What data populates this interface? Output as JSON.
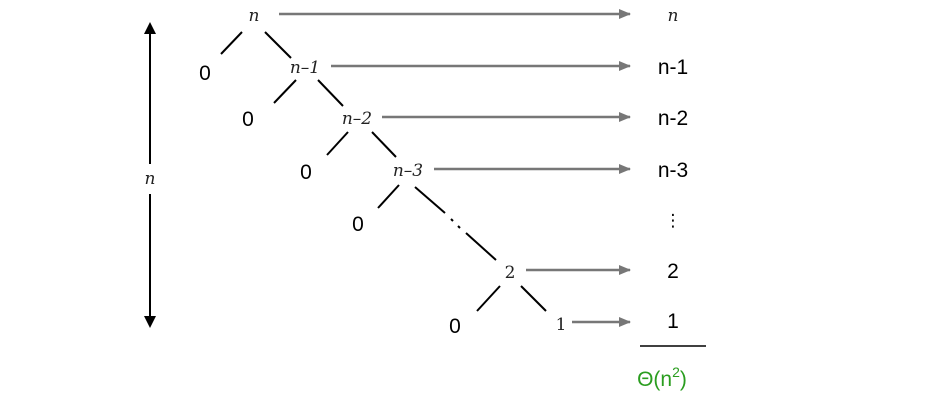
{
  "tree": {
    "height_label": "n",
    "nodes": [
      {
        "label": "n",
        "cost": "n"
      },
      {
        "label": "n–1",
        "cost": "n-1"
      },
      {
        "label": "n–2",
        "cost": "n-2"
      },
      {
        "label": "n–3",
        "cost": "n-3"
      },
      {
        "label": "2",
        "cost": "2"
      },
      {
        "label": "1",
        "cost": "1"
      }
    ],
    "zero_leaf_label": "0",
    "ellipsis": "⋮",
    "total": {
      "prefix": "Θ(n",
      "exponent": "2",
      "suffix": ")",
      "color": "#2a9d1f"
    }
  }
}
